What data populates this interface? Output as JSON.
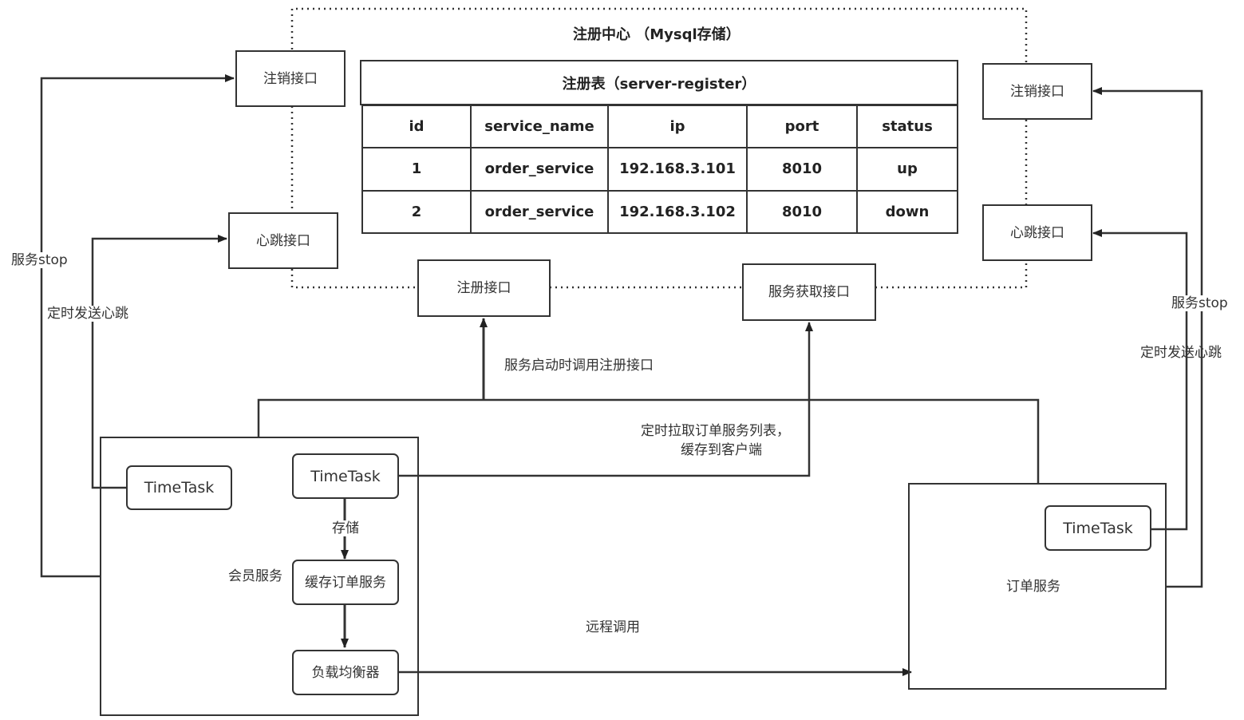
{
  "registry_center": {
    "title": "注册中心 （Mysql存储）",
    "table": {
      "title": "注册表（server-register）",
      "columns": [
        "id",
        "service_name",
        "ip",
        "port",
        "status"
      ],
      "rows": [
        [
          "1",
          "order_service",
          "192.168.3.101",
          "8010",
          "up"
        ],
        [
          "2",
          "order_service",
          "192.168.3.102",
          "8010",
          "down"
        ]
      ]
    },
    "interfaces": {
      "deregister_left": "注销接口",
      "heartbeat_left": "心跳接口",
      "deregister_right": "注销接口",
      "heartbeat_right": "心跳接口",
      "register": "注册接口",
      "service_fetch": "服务获取接口"
    }
  },
  "member_service": {
    "label": "会员服务",
    "timetask_heartbeat": "TimeTask",
    "timetask_fetch": "TimeTask",
    "cache": "缓存订单服务",
    "load_balancer": "负载均衡器",
    "store_label": "存储"
  },
  "order_service": {
    "label": "订单服务",
    "timetask": "TimeTask"
  },
  "edge_labels": {
    "left_stop": "服务stop",
    "left_heartbeat": "定时发送心跳",
    "right_stop": "服务stop",
    "right_heartbeat": "定时发送心跳",
    "startup_register": "服务启动时调用注册接口",
    "fetch_line1": "定时拉取订单服务列表，",
    "fetch_line2": "缓存到客户端",
    "remote_call": "远程调用"
  }
}
